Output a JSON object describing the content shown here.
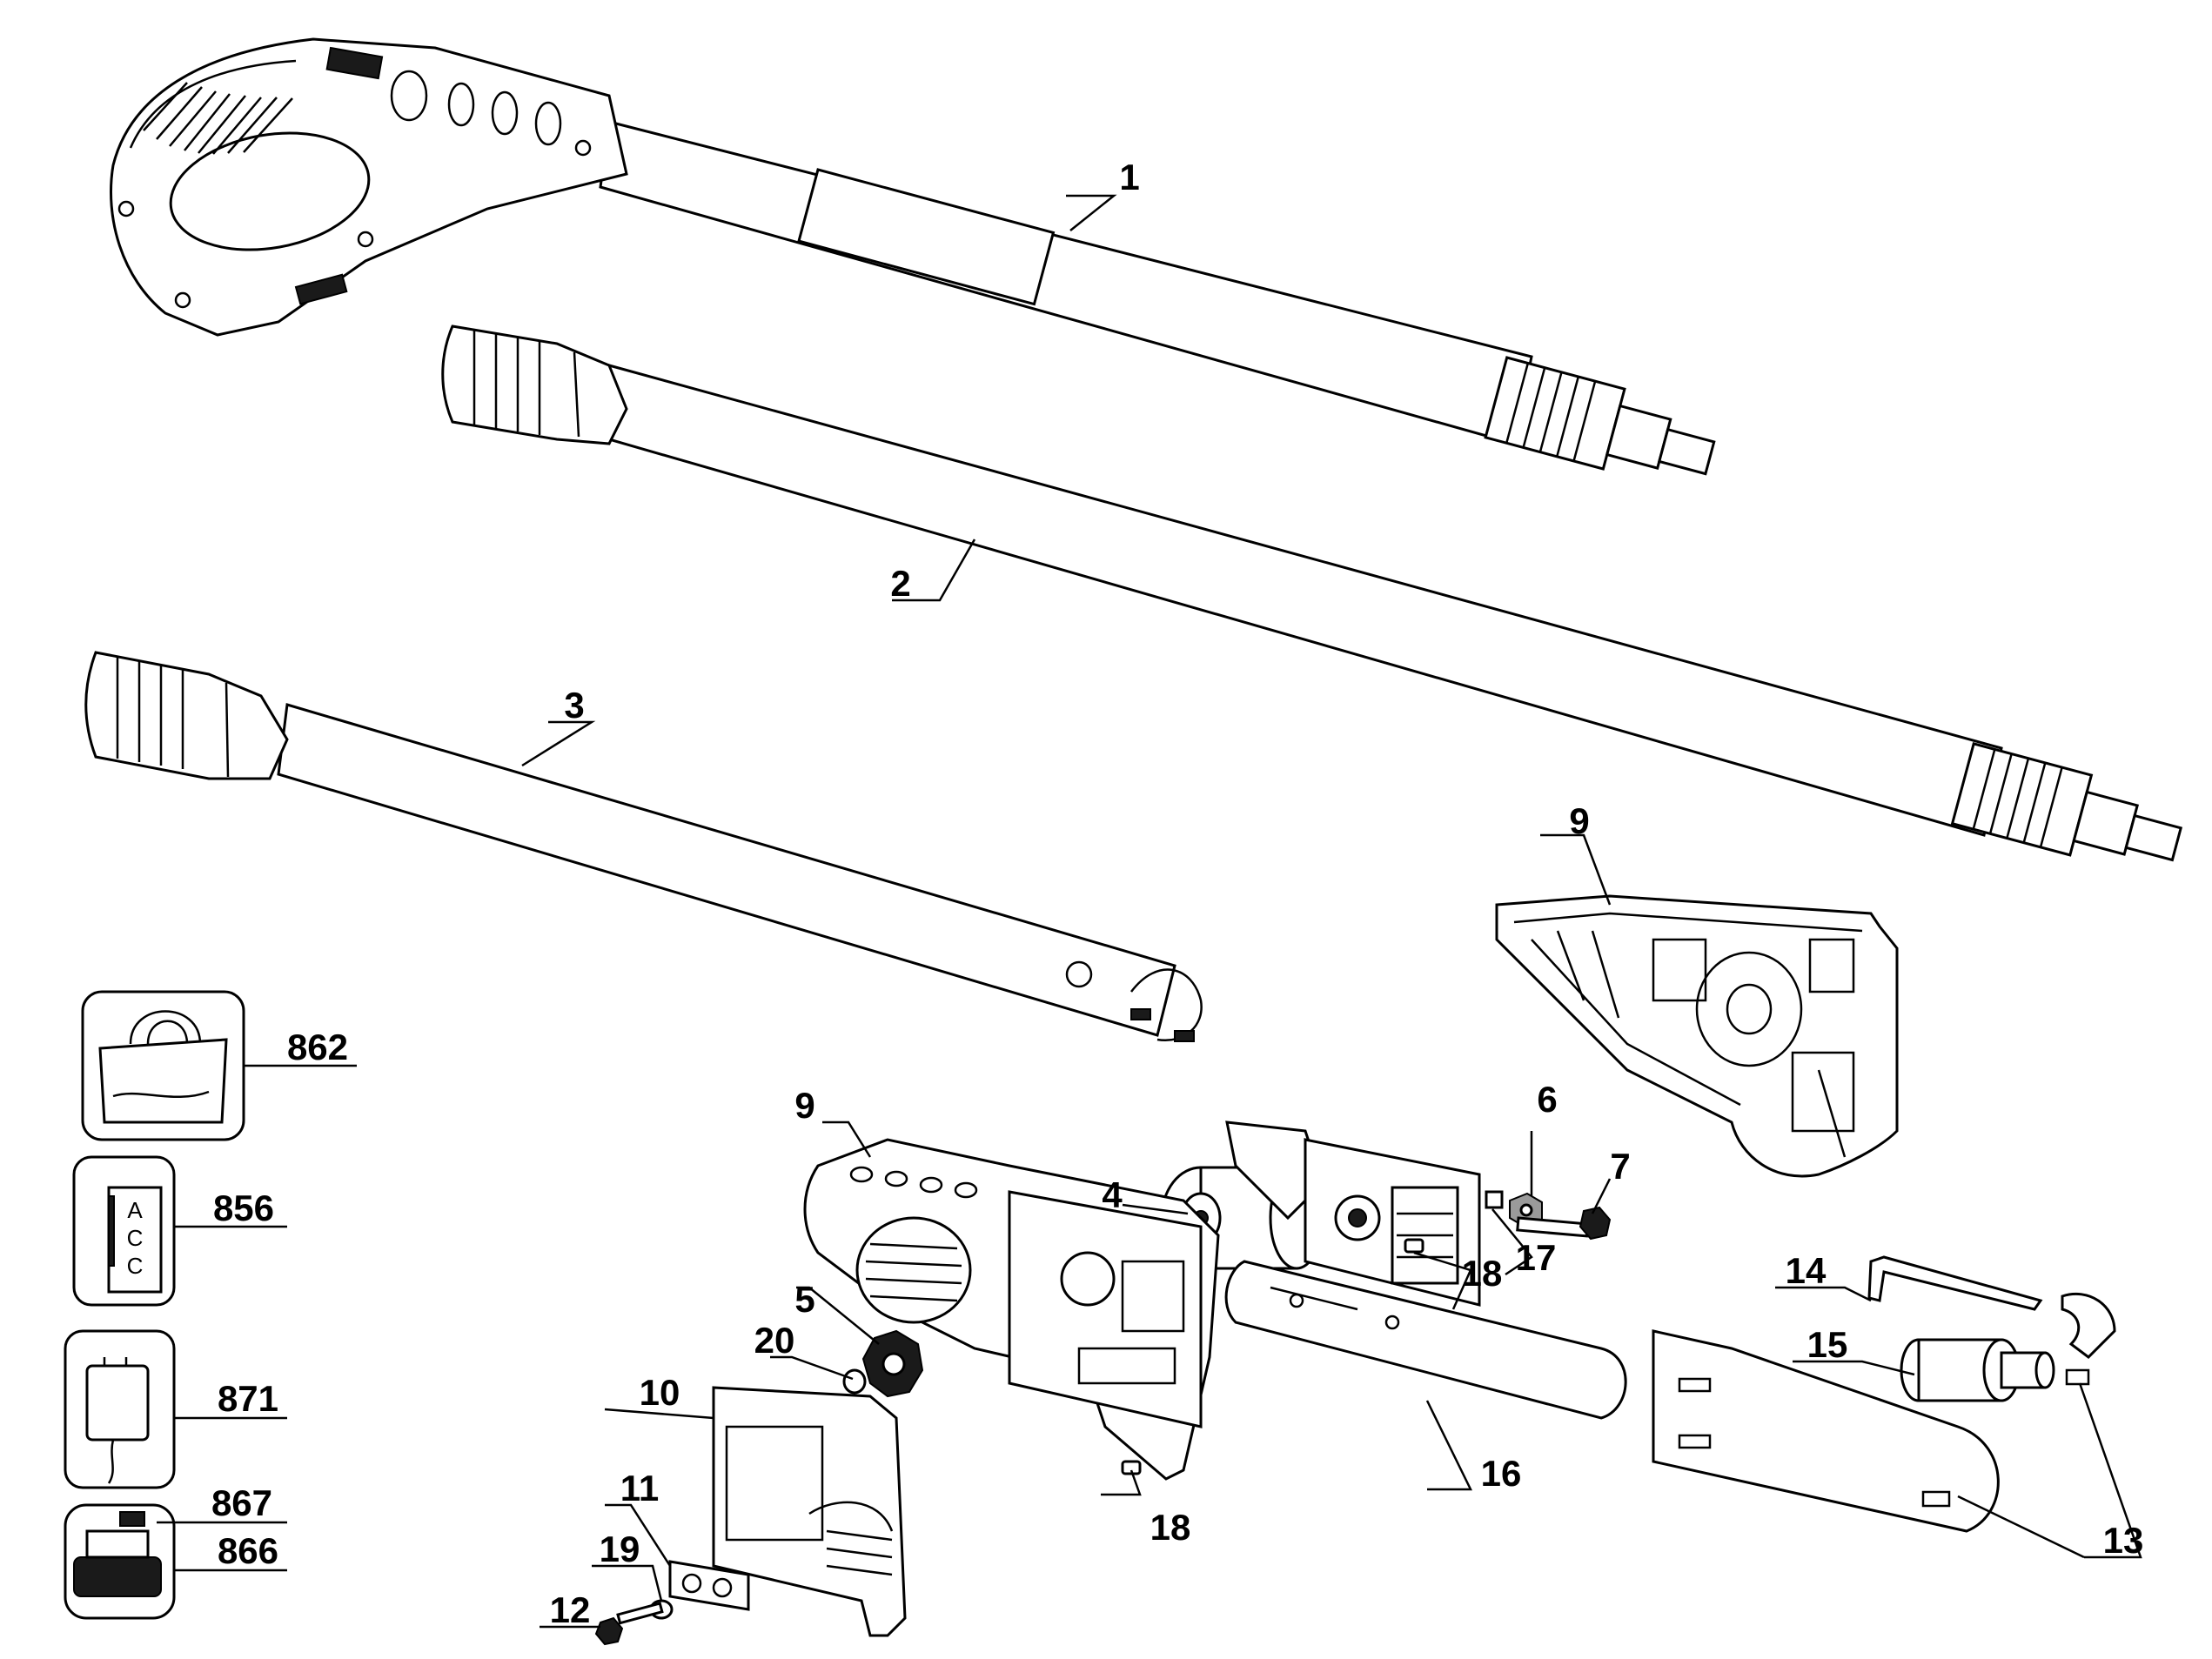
{
  "labels": {
    "p1": "1",
    "p2": "2",
    "p3": "3",
    "p4": "4",
    "p5": "5",
    "p6": "6",
    "p7": "7",
    "p9a": "9",
    "p9b": "9",
    "p10": "10",
    "p11": "11",
    "p12": "12",
    "p13": "13",
    "p14": "14",
    "p15": "15",
    "p16": "16",
    "p17": "17",
    "p18a": "18",
    "p18b": "18",
    "p19": "19",
    "p20": "20",
    "p862": "862",
    "p856": "856",
    "p871": "871",
    "p867": "867",
    "p866": "866"
  },
  "card_text": {
    "a": "A",
    "c1": "C",
    "c2": "C"
  }
}
